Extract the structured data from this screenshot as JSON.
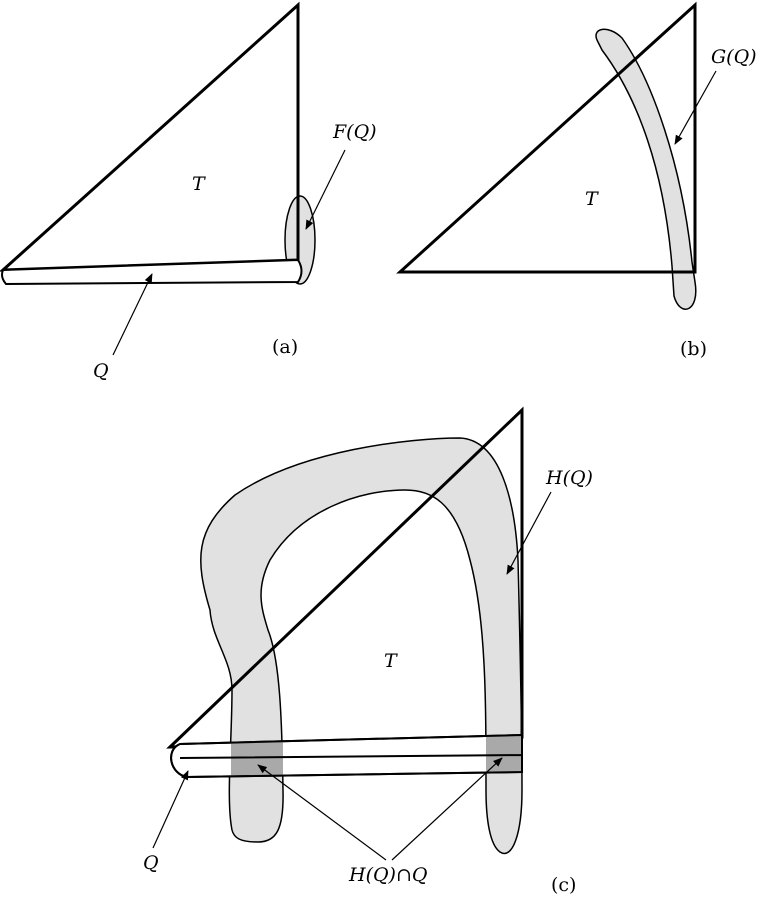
{
  "panel_a": {
    "triangle_label": "T",
    "f_label": "F(Q)",
    "q_label": "Q",
    "caption": "(a)"
  },
  "panel_b": {
    "triangle_label": "T",
    "g_label": "G(Q)",
    "caption": "(b)"
  },
  "panel_c": {
    "triangle_label": "T",
    "h_label": "H(Q)",
    "q_label": "Q",
    "intersection_label": "H(Q)∩Q",
    "caption": "(c)"
  },
  "colors": {
    "region_fill": "#e1e1e1",
    "intersection_fill": "#a9a9a9",
    "stroke": "#000000"
  }
}
